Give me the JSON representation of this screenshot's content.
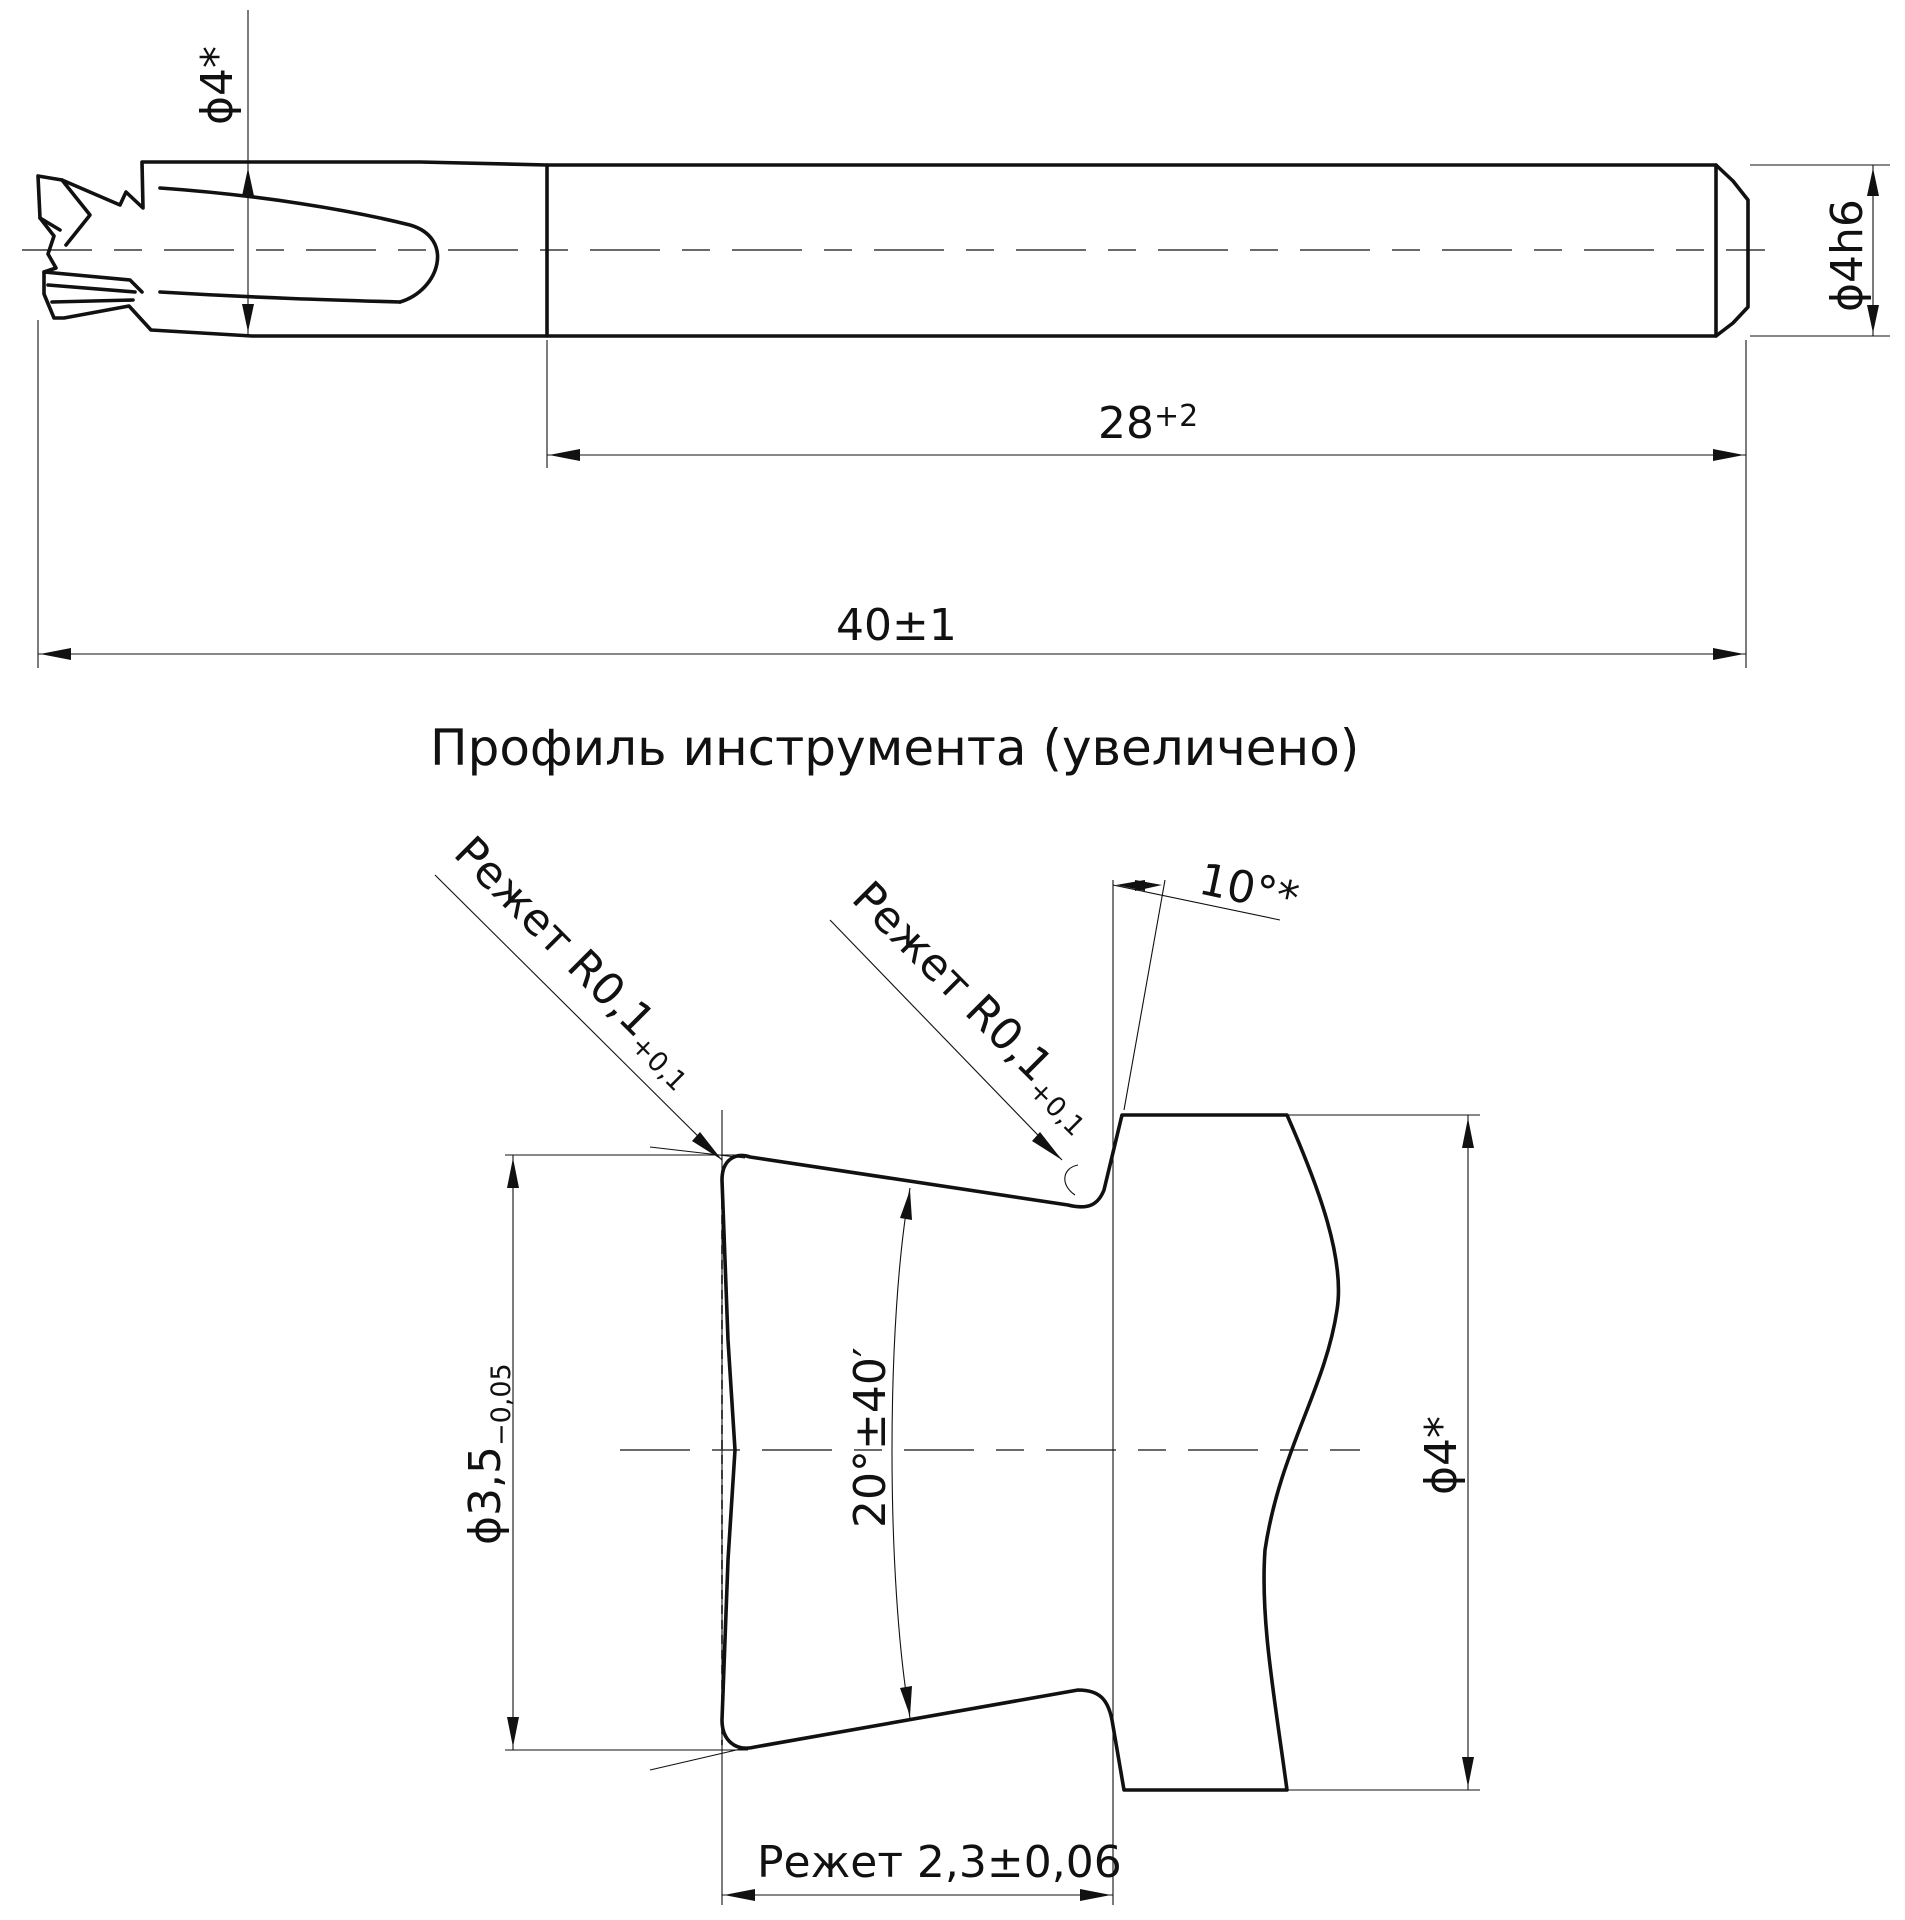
{
  "tool_view": {
    "diameter_tip_label": "ϕ4*",
    "diameter_shank_label": "ϕ4h6",
    "shank_length_value": "28",
    "shank_length_tolerance": "+2",
    "overall_length_label": "40±1"
  },
  "profile_title": "Профиль инструмента (увеличено)",
  "profile_view": {
    "corner_radius_left_main": "Режет R0,1",
    "corner_radius_left_tol": "+0,1",
    "corner_radius_right_main": "Режет R0,1",
    "corner_radius_right_tol": "+0,1",
    "clearance_angle_label": "10°*",
    "inner_diameter_main": "ϕ3,5",
    "inner_diameter_tol": "−0,05",
    "included_angle_label": "20°±40′",
    "outer_diameter_label": "ϕ4*",
    "cutting_width_label": "Режет 2,3±0,06"
  }
}
